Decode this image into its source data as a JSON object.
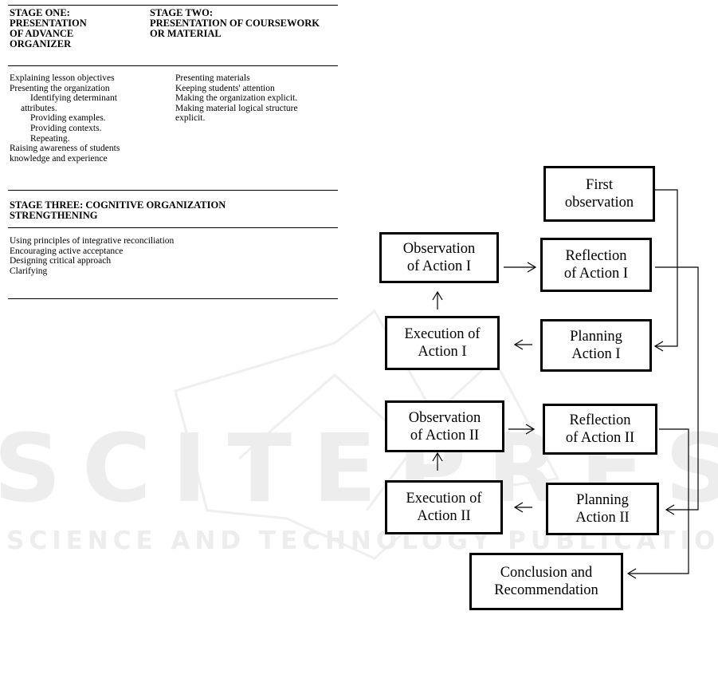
{
  "watermark": {
    "big_text": "SCITEPRESS",
    "small_text": "SCIENCE AND TECHNOLOGY PUBLICATIONS"
  },
  "stages": {
    "one": {
      "heading": "STAGE ONE:\nPRESENTATION\n OF ADVANCE\nORGANIZER",
      "items": [
        "Explaining lesson objectives",
        "Presenting the organization",
        "Identifying determinant",
        "attributes.",
        "Providing examples.",
        "Providing contexts.",
        "Repeating.",
        "Raising awareness of students",
        "knowledge and experience"
      ]
    },
    "two": {
      "heading": "STAGE TWO:\nPRESENTATION OF COURSEWORK\nOR MATERIAL",
      "items": [
        "Presenting materials",
        "Keeping students' attention",
        "Making the organization explicit.",
        "Making material logical structure",
        "explicit."
      ]
    },
    "three": {
      "heading": " STAGE THREE: COGNITIVE ORGANIZATION\nSTRENGTHENING",
      "items": [
        "Using principles of integrative reconciliation",
        "Encouraging active acceptance",
        "Designing critical approach",
        "Clarifying"
      ]
    }
  },
  "flow": {
    "first_observation": "First\nobservation",
    "observation_1": "Observation\nof Action I",
    "reflection_1": "Reflection\nof Action I",
    "execution_1": "Execution of\nAction I",
    "planning_1": "Planning\nAction I",
    "observation_2": "Observation\nof Action II",
    "reflection_2": "Reflection\nof Action II",
    "execution_2": "Execution of\nAction II",
    "planning_2": "Planning\nAction II",
    "conclusion": "Conclusion and\nRecommendation"
  }
}
